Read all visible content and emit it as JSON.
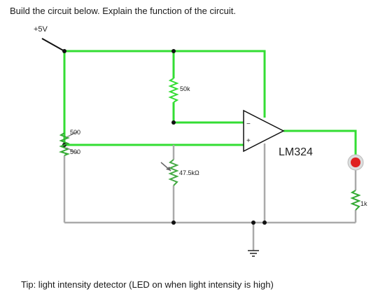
{
  "header": {
    "title": "Build the circuit below. Explain the function of the circuit."
  },
  "circuit": {
    "supply_label": "+5V",
    "r_divider_top": "500",
    "r_divider_bottom": "500",
    "r_fixed": "50k",
    "r_pot": "47.5kΩ",
    "opamp_label": "LM324",
    "pin_minus": "−",
    "pin_plus": "+",
    "r_led": "1k",
    "wire_color": "#33dd33",
    "ground_wire_color": "#aaaaaa",
    "led_color": "#e02020"
  },
  "footer": {
    "tip": "Tip: light intensity detector (LED on when light intensity is high)"
  }
}
